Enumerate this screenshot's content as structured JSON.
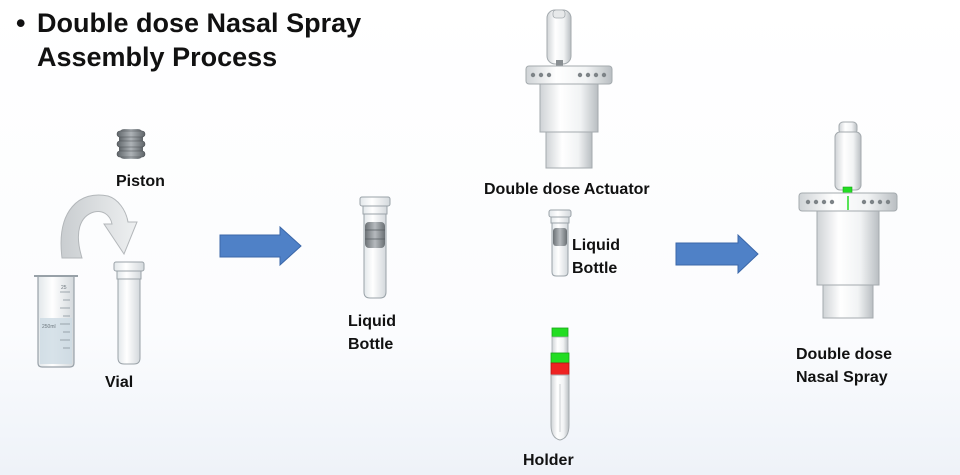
{
  "title": {
    "bullet": "•",
    "line1": "Double dose Nasal Spray",
    "line2": "Assembly Process"
  },
  "labels": {
    "piston": "Piston",
    "vial": "Vial",
    "liquid_bottle_1": {
      "line1": "Liquid",
      "line2": "Bottle"
    },
    "actuator": "Double dose Actuator",
    "liquid_bottle_2": {
      "line1": "Liquid",
      "line2": "Bottle"
    },
    "holder": "Holder",
    "final": {
      "line1": "Double dose",
      "line2": "Nasal Spray"
    }
  },
  "beaker_marks": {
    "top": "25",
    "volume": "250ml"
  },
  "colors": {
    "arrow_fill": "#4f81c7",
    "arrow_stroke": "#3b67a8",
    "indicator_green": "#22dd22",
    "indicator_red": "#ee2222",
    "curved_arrow": "#d7dadd"
  }
}
